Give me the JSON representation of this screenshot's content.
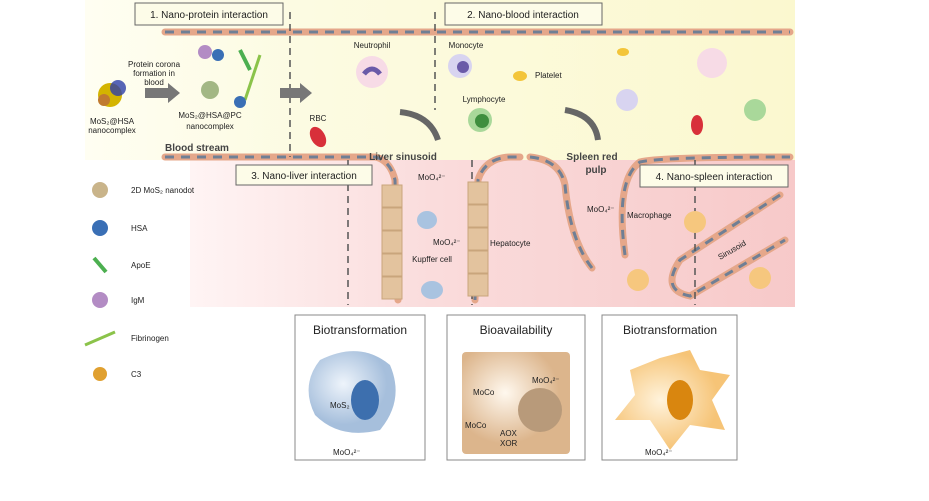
{
  "sections": {
    "s1": "1. Nano-protein interaction",
    "s2": "2. Nano-blood interaction",
    "s3": "3. Nano-liver interaction",
    "s4": "4. Nano-spleen interaction"
  },
  "protein": {
    "start": "MoS₂@HSA",
    "start2": "nanocomplex",
    "corona1": "Protein corona",
    "corona2": "formation in",
    "corona3": "blood",
    "end": "MoS₂@HSA@PC",
    "end2": "nanocomplex",
    "blood_stream": "Blood stream"
  },
  "blood": {
    "neutrophil": "Neutrophil",
    "monocyte": "Monocyte",
    "platelet": "Platelet",
    "lymphocyte": "Lymphocyte",
    "rbc": "RBC"
  },
  "liver": {
    "sinusoid": "Liver sinusoid",
    "moo4_a": "MoO₄²⁻",
    "moo4_b": "MoO₄²⁻",
    "kupffer": "Kupffer cell",
    "hepatocyte": "Hepatocyte"
  },
  "spleen": {
    "red_pulp1": "Spleen red",
    "red_pulp2": "pulp",
    "moo4": "MoO₄²⁻",
    "macrophage": "Macrophage",
    "sinusoid": "Sinusoid"
  },
  "legend": [
    {
      "label": "2D MoS₂ nanodot",
      "color": "#c9b48a"
    },
    {
      "label": "HSA",
      "color": "#3a6fb5"
    },
    {
      "label": "ApoE",
      "color": "#4caf50"
    },
    {
      "label": "IgM",
      "color": "#b38cc4"
    },
    {
      "label": "Fibrinogen",
      "color": "#8bc34a"
    },
    {
      "label": "C3",
      "color": "#e0a030"
    }
  ],
  "panels": {
    "p1": {
      "title": "Biotransformation",
      "mos2": "MoS₂",
      "moo4": "MoO₄²⁻"
    },
    "p2": {
      "title": "Bioavailability",
      "moo4": "MoO₄²⁻",
      "moco1": "MoCo",
      "moco2": "MoCo",
      "aox": "AOX",
      "xor": "XOR"
    },
    "p3": {
      "title": "Biotransformation",
      "moo4": "MoO₄²⁻"
    }
  },
  "colors": {
    "blood_bg": "#fdfbe0",
    "tissue_bg": "#f9d3d3",
    "vessel": "#e5a78a",
    "kupffer": "#a9c3e0",
    "hepatocyte": "#e3c39e",
    "macrophage": "#f6c77e"
  }
}
